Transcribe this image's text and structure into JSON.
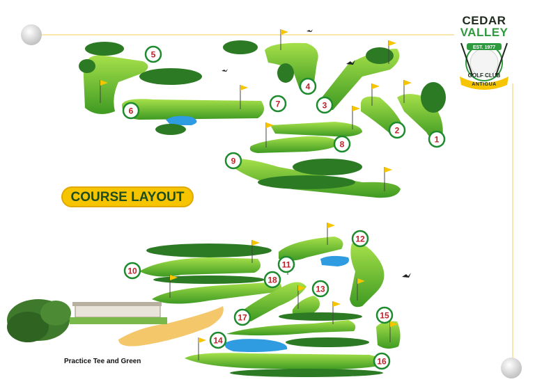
{
  "brand": {
    "line1": "CEDAR",
    "line2": "VALLEY",
    "est": "EST. 1977",
    "golf_club": "GOLF CLUB",
    "location": "ANTIGUA"
  },
  "title": "COURSE LAYOUT",
  "practice_label": "Practice Tee and Green",
  "holes": [
    "1",
    "2",
    "3",
    "4",
    "5",
    "6",
    "7",
    "8",
    "9",
    "10",
    "11",
    "12",
    "13",
    "14",
    "15",
    "16",
    "17",
    "18"
  ],
  "colors": {
    "fairway_light": "#8fd13a",
    "fairway_dark": "#2f8a1e",
    "water": "#2f9be0",
    "bunker": "#f3c76a",
    "flag": "#f7c400",
    "marker_ring": "#1e8a2e",
    "marker_text": "#c0202a",
    "title_bg": "#f7c400",
    "border_line": "#f2d060"
  }
}
